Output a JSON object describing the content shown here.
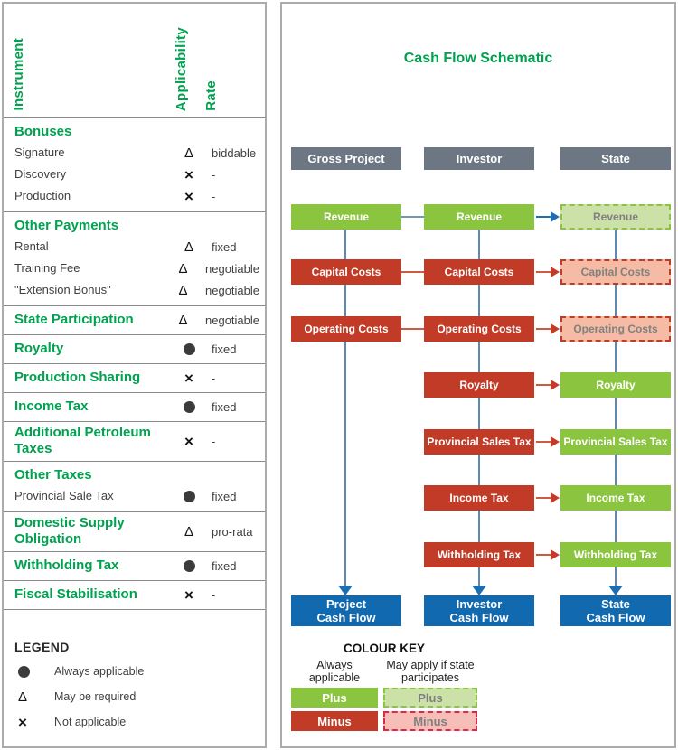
{
  "colors": {
    "brand_green": "#00a14f",
    "green_solid": "#8bc53f",
    "green_light": "#cbe1a8",
    "red_solid": "#c23b26",
    "red_light": "#f5bba4",
    "key_minus_border": "#d92a4c",
    "key_minus_fill": "#f7bdb7",
    "blue_box": "#1169b0",
    "header_grey": "#6d7683",
    "line_blue": "#5e89ae",
    "arrow_blue": "#1d6db4",
    "arrow_red_line": "#cd5a41",
    "connector_blue": "#7496b3",
    "dash_text": "#808080",
    "text_dark": "#3f3f3f"
  },
  "icons": {
    "triangle": "Δ",
    "x": "×",
    "circle": "●"
  },
  "left_table": {
    "columns": [
      "Instrument",
      "Applicability",
      "Rate"
    ],
    "sections": [
      {
        "title": "Bonuses",
        "rows": [
          {
            "name": "Signature",
            "symbol": "triangle",
            "rate": "biddable"
          },
          {
            "name": "Discovery",
            "symbol": "x",
            "rate": "-"
          },
          {
            "name": "Production",
            "symbol": "x",
            "rate": "-"
          }
        ]
      },
      {
        "title": "Other Payments",
        "rows": [
          {
            "name": "Rental",
            "symbol": "triangle",
            "rate": "fixed"
          },
          {
            "name": "Training Fee",
            "symbol": "triangle",
            "rate": "negotiable"
          },
          {
            "name": "\"Extension Bonus\"",
            "symbol": "triangle",
            "rate": "negotiable"
          }
        ]
      },
      {
        "title": "State Participation",
        "symbol": "triangle",
        "rate": "negotiable"
      },
      {
        "title": "Royalty",
        "symbol": "circle",
        "rate": "fixed"
      },
      {
        "title": "Production Sharing",
        "symbol": "x",
        "rate": "-"
      },
      {
        "title": "Income Tax",
        "symbol": "circle",
        "rate": "fixed"
      },
      {
        "title": "Additional Petroleum Taxes",
        "symbol": "x",
        "rate": "-"
      },
      {
        "title": "Other Taxes",
        "rows": [
          {
            "name": "Provincial Sale Tax",
            "symbol": "circle",
            "rate": "fixed"
          }
        ]
      },
      {
        "title": "Domestic Supply Obligation",
        "symbol": "triangle",
        "rate": "pro-rata"
      },
      {
        "title": "Withholding Tax",
        "symbol": "circle",
        "rate": "fixed"
      },
      {
        "title": "Fiscal Stabilisation",
        "symbol": "x",
        "rate": "-"
      }
    ],
    "legend": {
      "title": "LEGEND",
      "items": [
        {
          "symbol": "circle",
          "label": "Always applicable"
        },
        {
          "symbol": "triangle",
          "label": "May be required"
        },
        {
          "symbol": "x",
          "label": "Not applicable"
        }
      ]
    }
  },
  "schematic": {
    "title": "Cash Flow Schematic",
    "columns": [
      "Gross Project",
      "Investor",
      "State"
    ],
    "rows": [
      {
        "label": "Revenue",
        "gross": "plus",
        "investor": "plus",
        "state": "plus_dashed",
        "arrow": "blue"
      },
      {
        "label": "Capital Costs",
        "gross": "minus",
        "investor": "minus",
        "state": "minus_dashed",
        "arrow": "red"
      },
      {
        "label": "Operating Costs",
        "gross": "minus",
        "investor": "minus",
        "state": "minus_dashed",
        "arrow": "red"
      },
      {
        "label": "Royalty",
        "gross": null,
        "investor": "minus",
        "state": "plus",
        "arrow": "red"
      },
      {
        "label": "Provincial Sales Tax",
        "gross": null,
        "investor": "minus",
        "state": "plus",
        "arrow": "red"
      },
      {
        "label": "Income Tax",
        "gross": null,
        "investor": "minus",
        "state": "plus",
        "arrow": "red"
      },
      {
        "label": "Withholding Tax",
        "gross": null,
        "investor": "minus",
        "state": "plus",
        "arrow": "red"
      }
    ],
    "cashflow_boxes": [
      [
        "Project",
        "Cash Flow"
      ],
      [
        "Investor",
        "Cash Flow"
      ],
      [
        "State",
        "Cash Flow"
      ]
    ],
    "colour_key": {
      "title": "COLOUR KEY",
      "groups": [
        {
          "header": "Always applicable",
          "items": [
            {
              "label": "Plus",
              "style": "plus"
            },
            {
              "label": "Minus",
              "style": "minus"
            }
          ]
        },
        {
          "header": "May apply if state participates",
          "items": [
            {
              "label": "Plus",
              "style": "plus_dashed"
            },
            {
              "label": "Minus",
              "style": "minus_dashed_key"
            }
          ]
        }
      ]
    }
  }
}
